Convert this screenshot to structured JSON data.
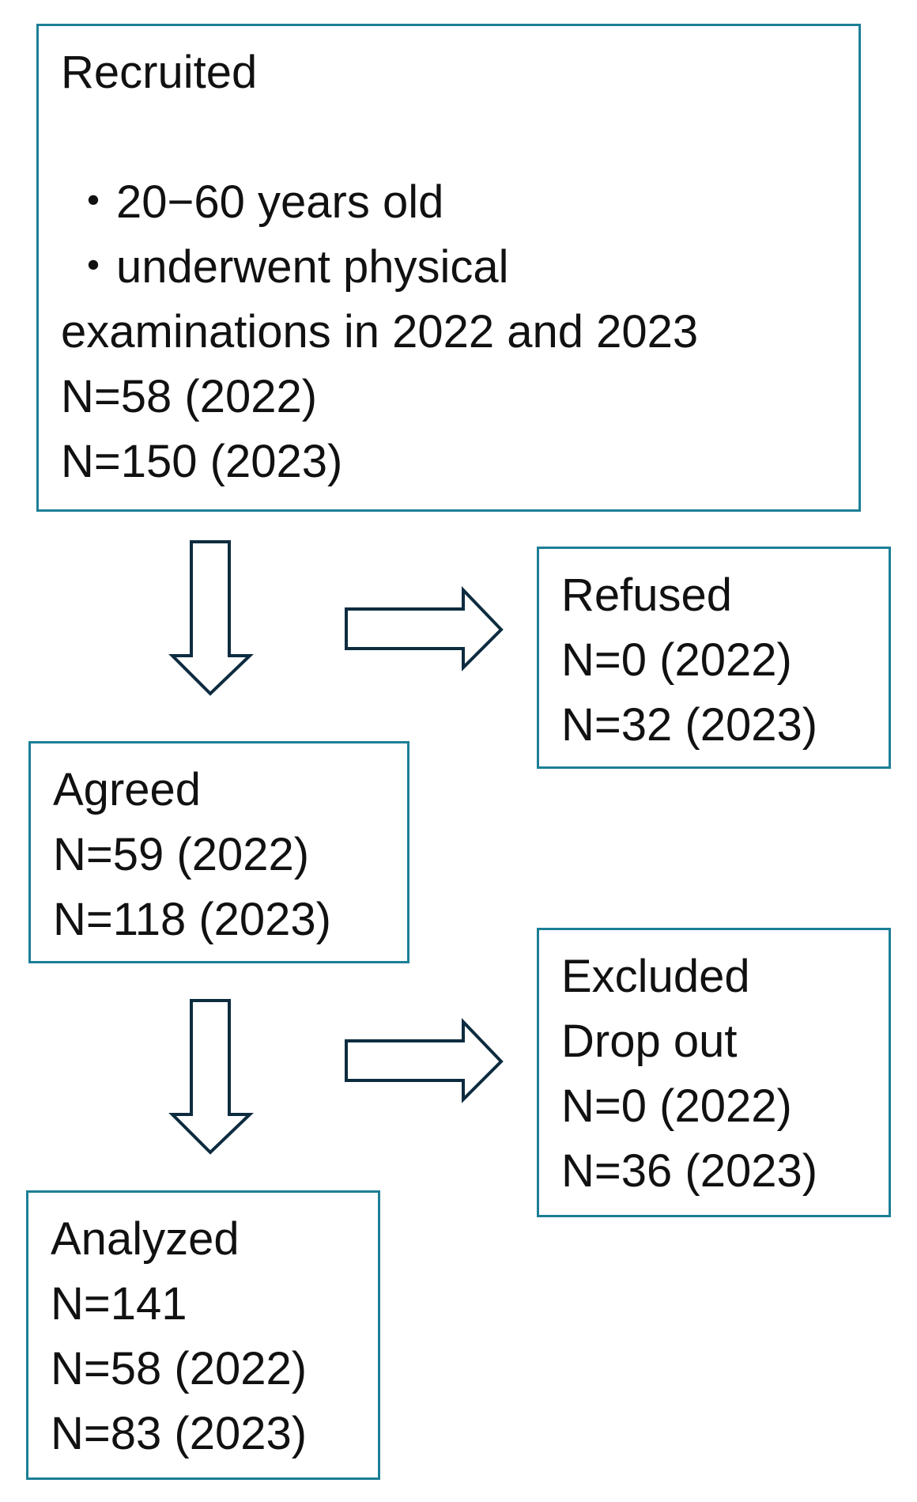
{
  "recruited": {
    "title": "Recruited",
    "criteria": [
      {
        "bullet": "・",
        "text": "20−60 years old"
      },
      {
        "bullet": "・",
        "text": "underwent physical"
      }
    ],
    "criteria_cont": "examinations in 2022 and 2023",
    "n_2022": "N=58 (2022)",
    "n_2023": "N=150 (2023)"
  },
  "refused": {
    "title": "Refused",
    "n_2022": "N=0 (2022)",
    "n_2023": "N=32 (2023)"
  },
  "agreed": {
    "title": "Agreed",
    "n_2022": "N=59 (2022)",
    "n_2023": "N=118 (2023)"
  },
  "excluded": {
    "title": "Excluded",
    "subtitle": "Drop out",
    "n_2022": "N=0 (2022)",
    "n_2023": "N=36 (2023)"
  },
  "analyzed": {
    "title": "Analyzed",
    "n_total": "N=141",
    "n_2022": "N=58 (2022)",
    "n_2023": "N=83 (2023)"
  },
  "colors": {
    "box_border": "#1d7f96",
    "arrow_stroke": "#0d2c3f",
    "text": "#111111"
  }
}
